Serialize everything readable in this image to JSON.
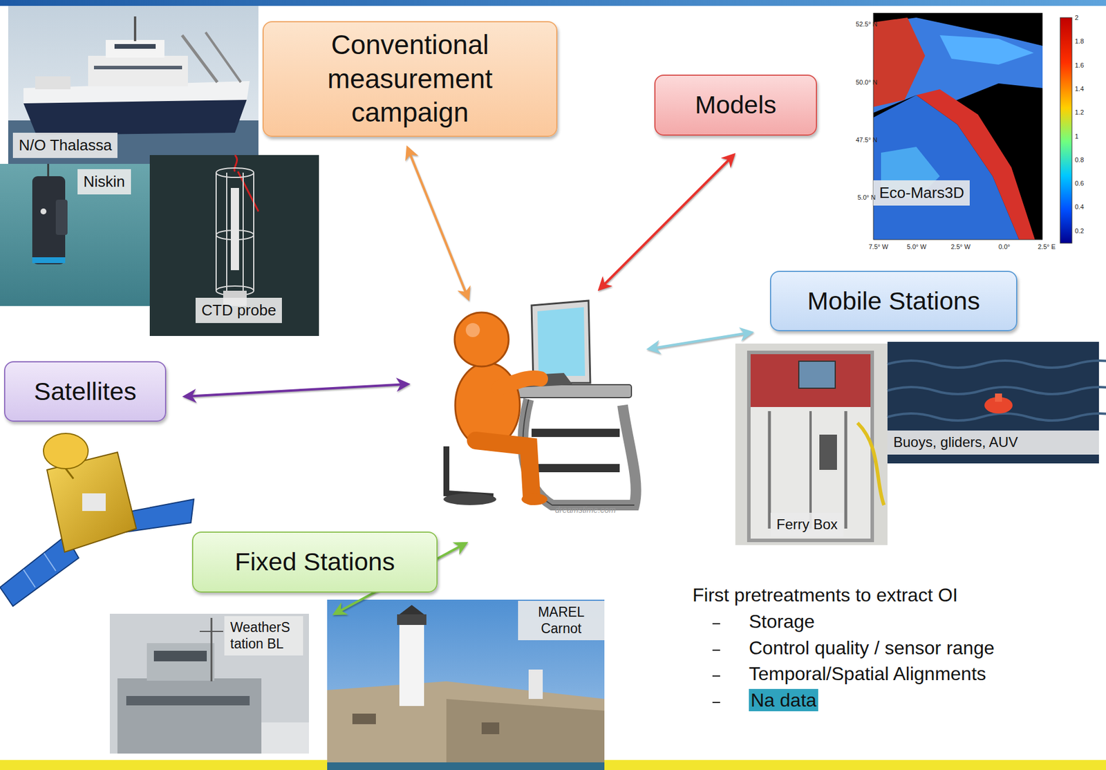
{
  "diagram": {
    "nodes": [
      {
        "text": [
          "Conventional measurement campaign"
        ]
      },
      {
        "text": [
          "Models"
        ]
      },
      {
        "text": [
          "Mobile Stations"
        ]
      },
      {
        "text": [
          "Satellites"
        ]
      },
      {
        "text": [
          "Fixed Stations"
        ]
      }
    ],
    "labels": [
      "N/O Thalassa",
      "Niskin",
      "CTD probe",
      "Eco-Mars3D",
      "Buoys, gliders, AUV",
      "Ferry Box",
      "WeatherS tation BL",
      "MAREL Carnot",
      "First pretreatments to extract OI",
      "Storage",
      "Control quality / sensor range",
      "Temporal/Spatial Alignments",
      "Na data",
      "dreamstime.com",
      "52.5° N",
      "50.0° N",
      "47.5° N",
      "5.0° N",
      "7.5° W",
      "5.0° W",
      "2.5° W",
      "0.0°",
      "2.5° E",
      "2",
      "1.8",
      "1.6",
      "1.4",
      "1.2",
      "1",
      "0.8",
      "0.6",
      "0.4",
      "0.2"
    ]
  }
}
